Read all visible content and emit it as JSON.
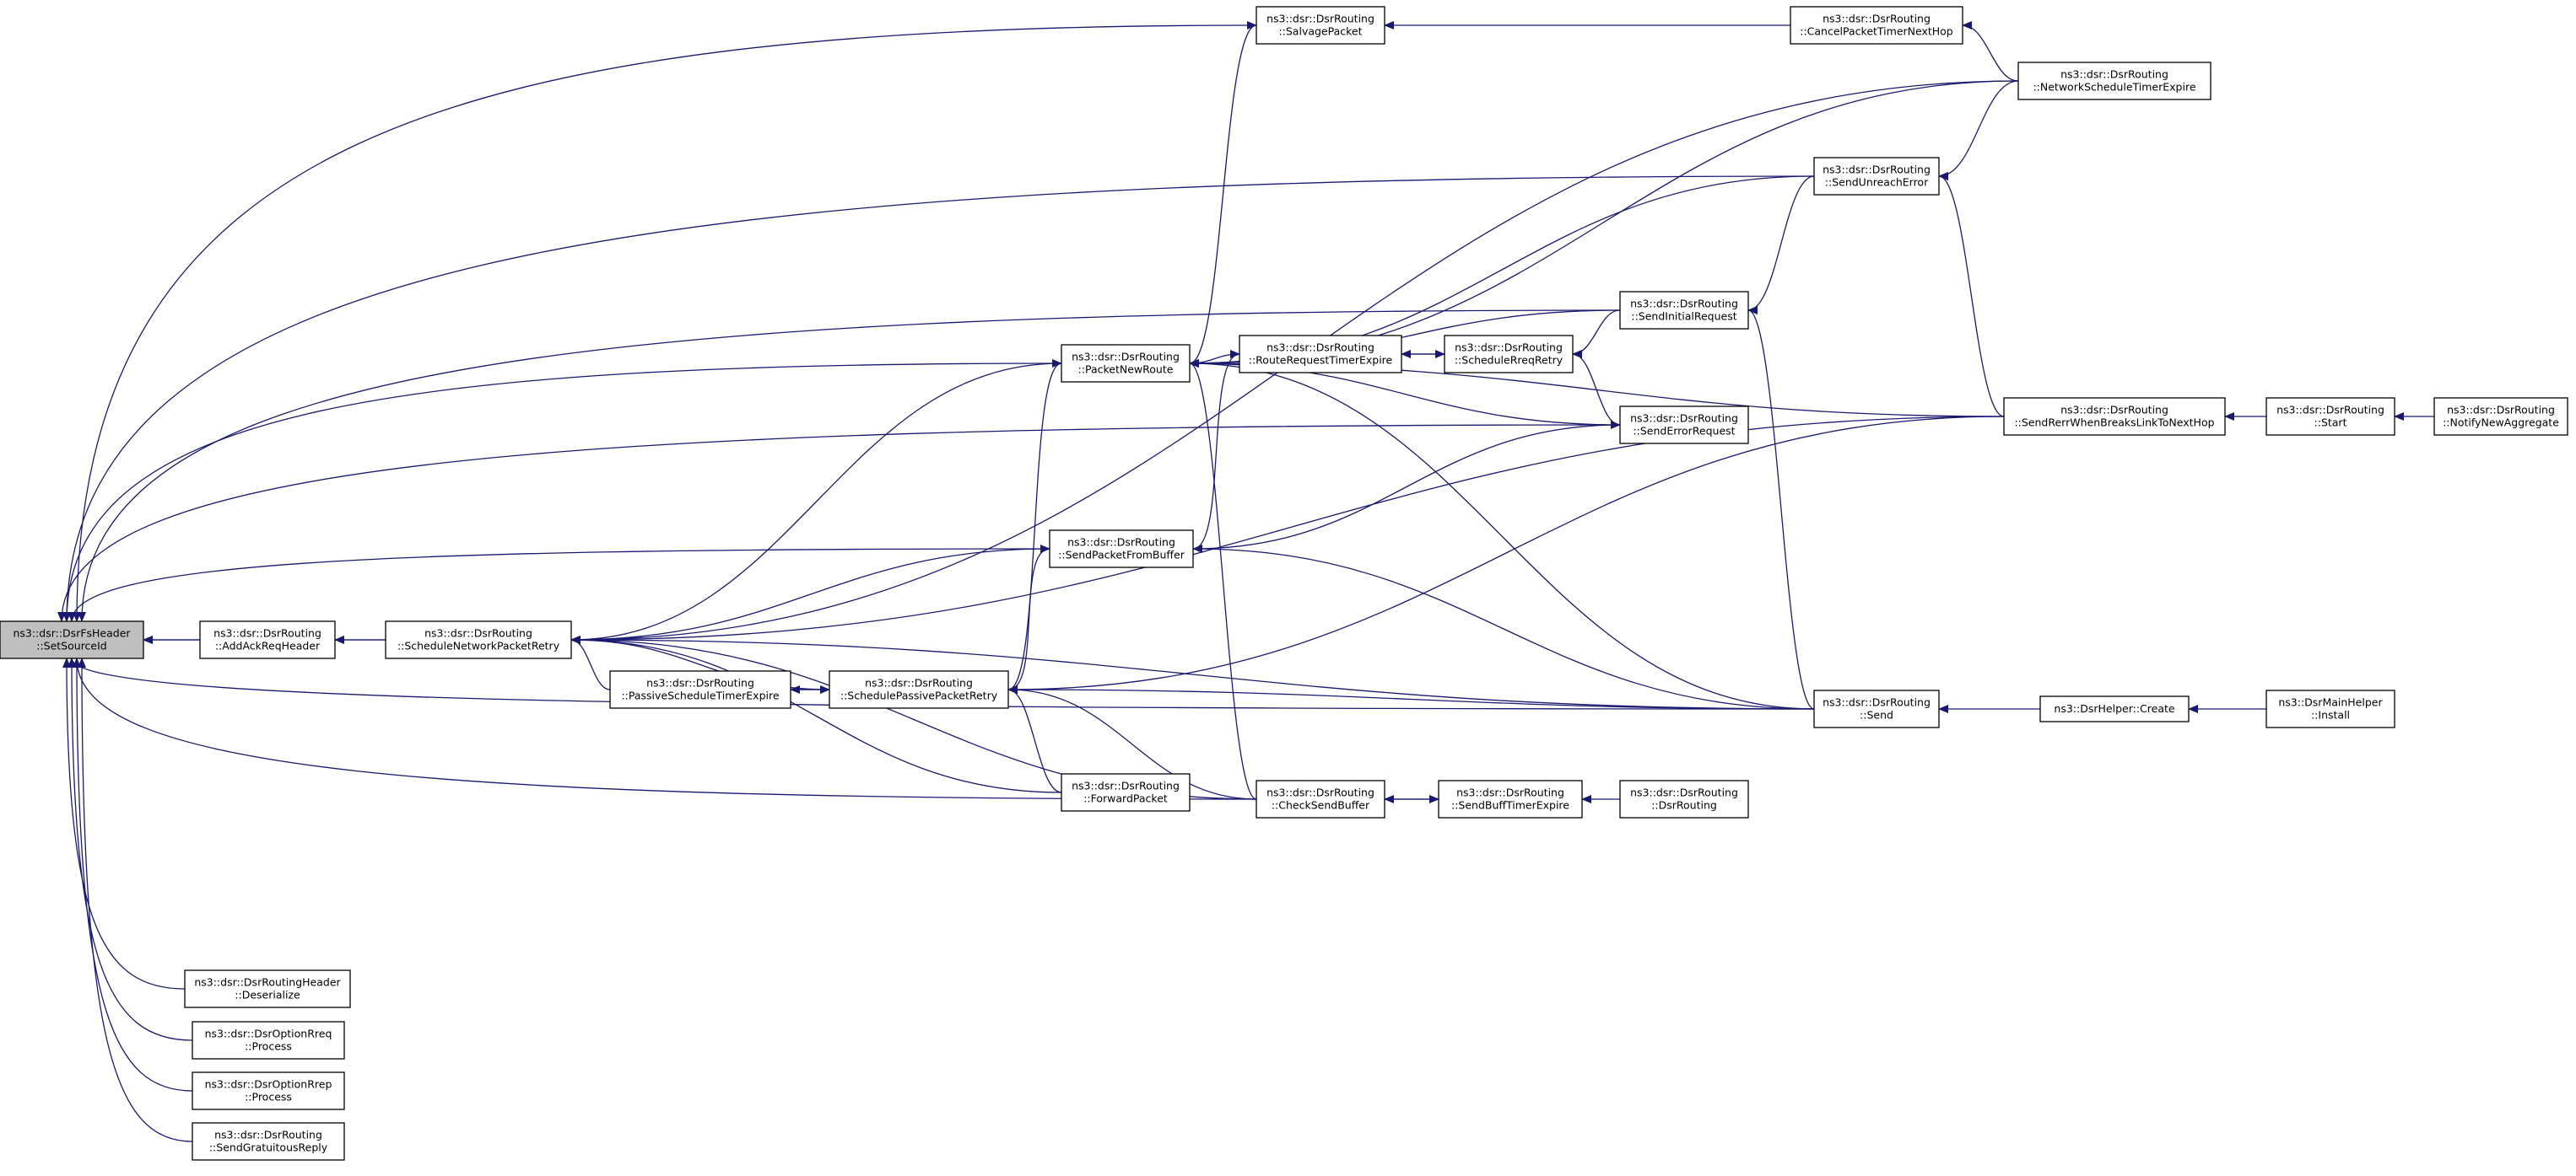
{
  "colors": {
    "edge": "#191970",
    "root_fill": "#bfbfbf",
    "node_fill": "#ffffff",
    "node_stroke": "#000000"
  },
  "nodes": [
    {
      "id": "root",
      "lines": [
        "ns3::dsr::DsrFsHeader",
        "::SetSourceId"
      ],
      "root": true
    },
    {
      "id": "ackreq",
      "lines": [
        "ns3::dsr::DsrRouting",
        "::AddAckReqHeader"
      ]
    },
    {
      "id": "rhdeser",
      "lines": [
        "ns3::dsr::DsrRoutingHeader",
        "::Deserialize"
      ]
    },
    {
      "id": "rreq",
      "lines": [
        "ns3::dsr::DsrOptionRreq",
        "::Process"
      ]
    },
    {
      "id": "rrep",
      "lines": [
        "ns3::dsr::DsrOptionRrep",
        "::Process"
      ]
    },
    {
      "id": "gratuitous",
      "lines": [
        "ns3::dsr::DsrRouting",
        "::SendGratuitousReply"
      ]
    },
    {
      "id": "snpr",
      "lines": [
        "ns3::dsr::DsrRouting",
        "::ScheduleNetworkPacketRetry"
      ]
    },
    {
      "id": "pste",
      "lines": [
        "ns3::dsr::DsrRouting",
        "::PassiveScheduleTimerExpire"
      ]
    },
    {
      "id": "spr",
      "lines": [
        "ns3::dsr::DsrRouting",
        "::SchedulePassivePacketRetry"
      ]
    },
    {
      "id": "pnr",
      "lines": [
        "ns3::dsr::DsrRouting",
        "::PacketNewRoute"
      ]
    },
    {
      "id": "spfb",
      "lines": [
        "ns3::dsr::DsrRouting",
        "::SendPacketFromBuffer"
      ]
    },
    {
      "id": "fwd",
      "lines": [
        "ns3::dsr::DsrRouting",
        "::ForwardPacket"
      ]
    },
    {
      "id": "salvage",
      "lines": [
        "ns3::dsr::DsrRouting",
        "::SalvagePacket"
      ]
    },
    {
      "id": "rrte",
      "lines": [
        "ns3::dsr::DsrRouting",
        "::RouteRequestTimerExpire"
      ]
    },
    {
      "id": "csb",
      "lines": [
        "ns3::dsr::DsrRouting",
        "::CheckSendBuffer"
      ]
    },
    {
      "id": "srr",
      "lines": [
        "ns3::dsr::DsrRouting",
        "::ScheduleRreqRetry"
      ]
    },
    {
      "id": "sbte",
      "lines": [
        "ns3::dsr::DsrRouting",
        "::SendBuffTimerExpire"
      ]
    },
    {
      "id": "sir",
      "lines": [
        "ns3::dsr::DsrRouting",
        "::SendInitialRequest"
      ]
    },
    {
      "id": "ser",
      "lines": [
        "ns3::dsr::DsrRouting",
        "::SendErrorRequest"
      ]
    },
    {
      "id": "ctor",
      "lines": [
        "ns3::dsr::DsrRouting",
        "::DsrRouting"
      ]
    },
    {
      "id": "cptnh",
      "lines": [
        "ns3::dsr::DsrRouting",
        "::CancelPacketTimerNextHop"
      ]
    },
    {
      "id": "sue",
      "lines": [
        "ns3::dsr::DsrRouting",
        "::SendUnreachError"
      ]
    },
    {
      "id": "send",
      "lines": [
        "ns3::dsr::DsrRouting",
        "::Send"
      ]
    },
    {
      "id": "nste",
      "lines": [
        "ns3::dsr::DsrRouting",
        "::NetworkScheduleTimerExpire"
      ]
    },
    {
      "id": "srwbl",
      "lines": [
        "ns3::dsr::DsrRouting",
        "::SendRerrWhenBreaksLinkToNextHop"
      ]
    },
    {
      "id": "create",
      "lines": [
        "ns3::DsrHelper::Create"
      ]
    },
    {
      "id": "start",
      "lines": [
        "ns3::dsr::DsrRouting",
        "::Start"
      ]
    },
    {
      "id": "install",
      "lines": [
        "ns3::DsrMainHelper",
        "::Install"
      ]
    },
    {
      "id": "nna",
      "lines": [
        "ns3::dsr::DsrRouting",
        "::NotifyNewAggregate"
      ]
    }
  ],
  "edges": [
    [
      "ackreq",
      "root"
    ],
    [
      "rhdeser",
      "root"
    ],
    [
      "rreq",
      "root"
    ],
    [
      "rrep",
      "root"
    ],
    [
      "gratuitous",
      "root"
    ],
    [
      "snpr",
      "root"
    ],
    [
      "pnr",
      "root"
    ],
    [
      "spfb",
      "root"
    ],
    [
      "salvage",
      "root"
    ],
    [
      "sir",
      "root"
    ],
    [
      "ser",
      "root"
    ],
    [
      "sue",
      "root"
    ],
    [
      "send",
      "root"
    ],
    [
      "csb",
      "root"
    ],
    [
      "snpr",
      "ackreq"
    ],
    [
      "pste",
      "snpr"
    ],
    [
      "spr",
      "snpr"
    ],
    [
      "pnr",
      "snpr"
    ],
    [
      "spfb",
      "snpr"
    ],
    [
      "fwd",
      "snpr"
    ],
    [
      "csb",
      "snpr"
    ],
    [
      "nste",
      "snpr"
    ],
    [
      "send",
      "snpr"
    ],
    [
      "srwbl",
      "snpr"
    ],
    [
      "spr",
      "pste"
    ],
    [
      "pste",
      "spr"
    ],
    [
      "fwd",
      "spr"
    ],
    [
      "csb",
      "spr"
    ],
    [
      "send",
      "spr"
    ],
    [
      "srwbl",
      "spr"
    ],
    [
      "spr",
      "pnr"
    ],
    [
      "spr",
      "spfb"
    ],
    [
      "rrte",
      "pnr"
    ],
    [
      "sir",
      "pnr"
    ],
    [
      "ser",
      "pnr"
    ],
    [
      "send",
      "pnr"
    ],
    [
      "csb",
      "pnr"
    ],
    [
      "sue",
      "pnr"
    ],
    [
      "srwbl",
      "pnr"
    ],
    [
      "nste",
      "pnr"
    ],
    [
      "pnr",
      "salvage"
    ],
    [
      "spfb",
      "rrte"
    ],
    [
      "srr",
      "rrte"
    ],
    [
      "rrte",
      "srr"
    ],
    [
      "spfb",
      "ser"
    ],
    [
      "send",
      "spfb"
    ],
    [
      "sir",
      "srr"
    ],
    [
      "ser",
      "srr"
    ],
    [
      "sue",
      "sir"
    ],
    [
      "send",
      "sir"
    ],
    [
      "sbte",
      "csb"
    ],
    [
      "csb",
      "sbte"
    ],
    [
      "ctor",
      "sbte"
    ],
    [
      "cptnh",
      "salvage"
    ],
    [
      "nste",
      "cptnh"
    ],
    [
      "nste",
      "sue"
    ],
    [
      "srwbl",
      "sue"
    ],
    [
      "create",
      "send"
    ],
    [
      "install",
      "create"
    ],
    [
      "start",
      "srwbl"
    ],
    [
      "nna",
      "start"
    ]
  ]
}
